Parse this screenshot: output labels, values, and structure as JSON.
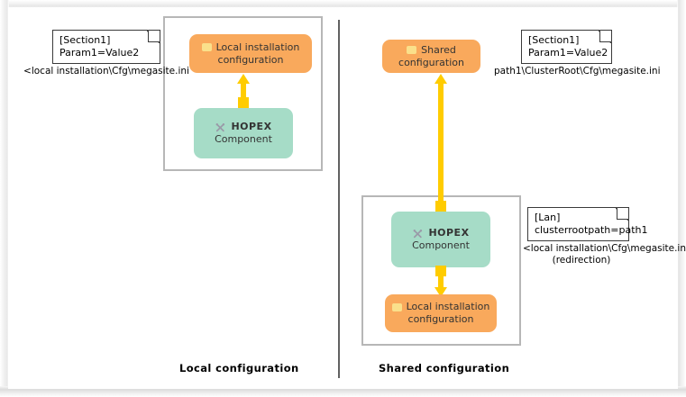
{
  "diagram": {
    "divider": true,
    "colors": {
      "orange": "#F9A95C",
      "green": "#A6DCC7",
      "yellow": "#FFCC00",
      "panel_border": "#B7B7B7",
      "note_border": "#3A3A3A",
      "icon_yellow": "#FAE08B",
      "tool_icon_grey": "#9A9AA8"
    },
    "left_section": {
      "caption": "Local  configuration",
      "panel_name": "local-configuration-panel",
      "nodes": [
        {
          "id": "local-installation-configuration",
          "icon": "yellow-square-icon",
          "line1": "Local installation",
          "line2": "configuration",
          "fill": "orange"
        },
        {
          "id": "hopex-component",
          "icon": "tools-icon",
          "line1": "HOPEX",
          "line2": "Component",
          "fill": "green"
        }
      ],
      "connector": {
        "from": "hopex-component",
        "to": "local-installation-configuration",
        "direction": "up"
      },
      "note": {
        "line1": "[Section1]",
        "line2": "Param1=Value2",
        "caption": "<local installation\\Cfg\\megasite.ini"
      }
    },
    "right_section": {
      "caption": "Shared  configuration",
      "panel_name": "shared-configuration-panel",
      "nodes": [
        {
          "id": "shared-configuration",
          "icon": "yellow-square-icon",
          "line1": "Shared",
          "line2": "configuration",
          "fill": "orange"
        },
        {
          "id": "hopex-component",
          "icon": "tools-icon",
          "line1": "HOPEX",
          "line2": "Component",
          "fill": "green"
        },
        {
          "id": "local-installation-configuration",
          "icon": "yellow-square-icon",
          "line1": "Local installation",
          "line2": "configuration",
          "fill": "orange"
        }
      ],
      "connectors": [
        {
          "from": "hopex-component",
          "to": "shared-configuration",
          "direction": "up"
        },
        {
          "from": "hopex-component",
          "to": "local-installation-configuration",
          "direction": "down"
        }
      ],
      "note_top": {
        "line1": "[Section1]",
        "line2": "Param1=Value2",
        "caption": "path1\\ClusterRoot\\Cfg\\megasite.ini"
      },
      "note_bottom": {
        "line1": "[Lan]",
        "line2": "clusterrootpath=path1",
        "caption_line1": "<local installation\\Cfg\\megasite.ini",
        "caption_line2": "(redirection)"
      }
    }
  }
}
